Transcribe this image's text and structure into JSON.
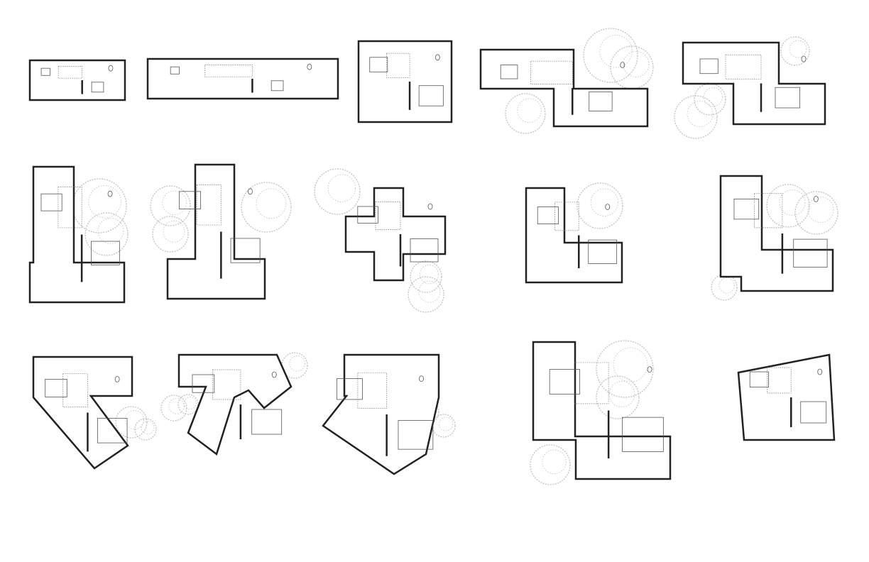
{
  "colors": {
    "background": "#ffffff",
    "wall": "#222222",
    "furniture": "#555555",
    "dotted_line": "#777777",
    "tree": "#bdbdbd"
  },
  "icons": [
    "floor-plan",
    "tree-canopy",
    "bed",
    "dining-table",
    "toilet",
    "sofa",
    "kitchen-counter",
    "wardrobe"
  ]
}
